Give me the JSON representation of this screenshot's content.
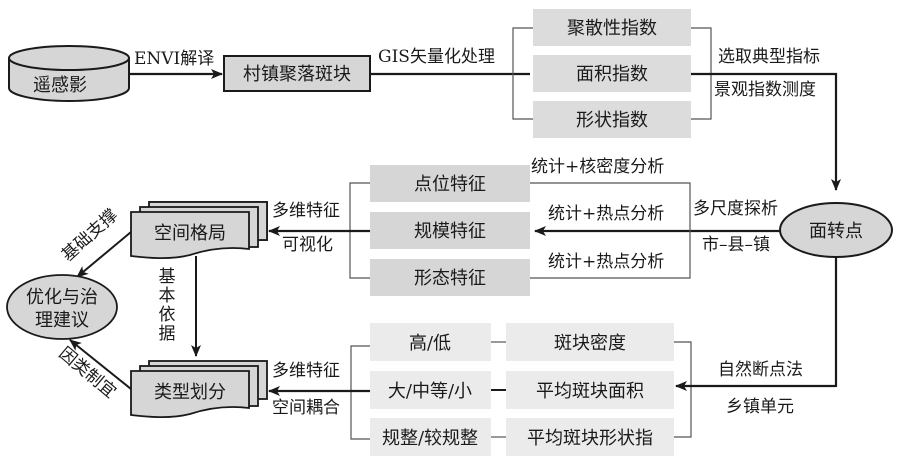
{
  "colors": {
    "node_fill": "#d6d6d6",
    "index_fill": "#dcdcdc",
    "light_fill": "#ebebeb",
    "line": "#1a1a1a",
    "thin_line": "#555555"
  },
  "nodes": {
    "remote_sensing": "遥感影",
    "settlement_patches": "村镇聚落斑块",
    "area_to_point": "面转点",
    "spatial_pattern": "空间格局",
    "type_division": "类型划分",
    "optimization": [
      "优化与治",
      "理建议"
    ]
  },
  "indices": [
    "聚散性指数",
    "面积指数",
    "形状指数"
  ],
  "features": [
    "点位特征",
    "规模特征",
    "形态特征"
  ],
  "feature_methods": [
    "统计+核密度分析",
    "统计+热点分析",
    "统计+热点分析"
  ],
  "levels": [
    "高/低",
    "大/中等/小",
    "规整/较规整"
  ],
  "metrics": [
    "斑块密度",
    "平均斑块面积",
    "平均斑块形状指"
  ],
  "edge_labels": {
    "envi": "ENVI解译",
    "gis": "GIS矢量化处理",
    "select_indicators": "选取典型指标",
    "landscape_measure": "景观指数测度",
    "multi_scale": "多尺度探析",
    "city_county_town": "市–县–镇",
    "multi_dim_1": "多维特征",
    "visualize": "可视化",
    "basic_support": "基础支撑",
    "basic_basis": [
      "基",
      "本",
      "依",
      "据"
    ],
    "adapt_to_type": "因类制宜",
    "multi_dim_2": "多维特征",
    "spatial_coupling": "空间耦合",
    "natural_breaks": "自然断点法",
    "township_unit": "乡镇单元"
  }
}
